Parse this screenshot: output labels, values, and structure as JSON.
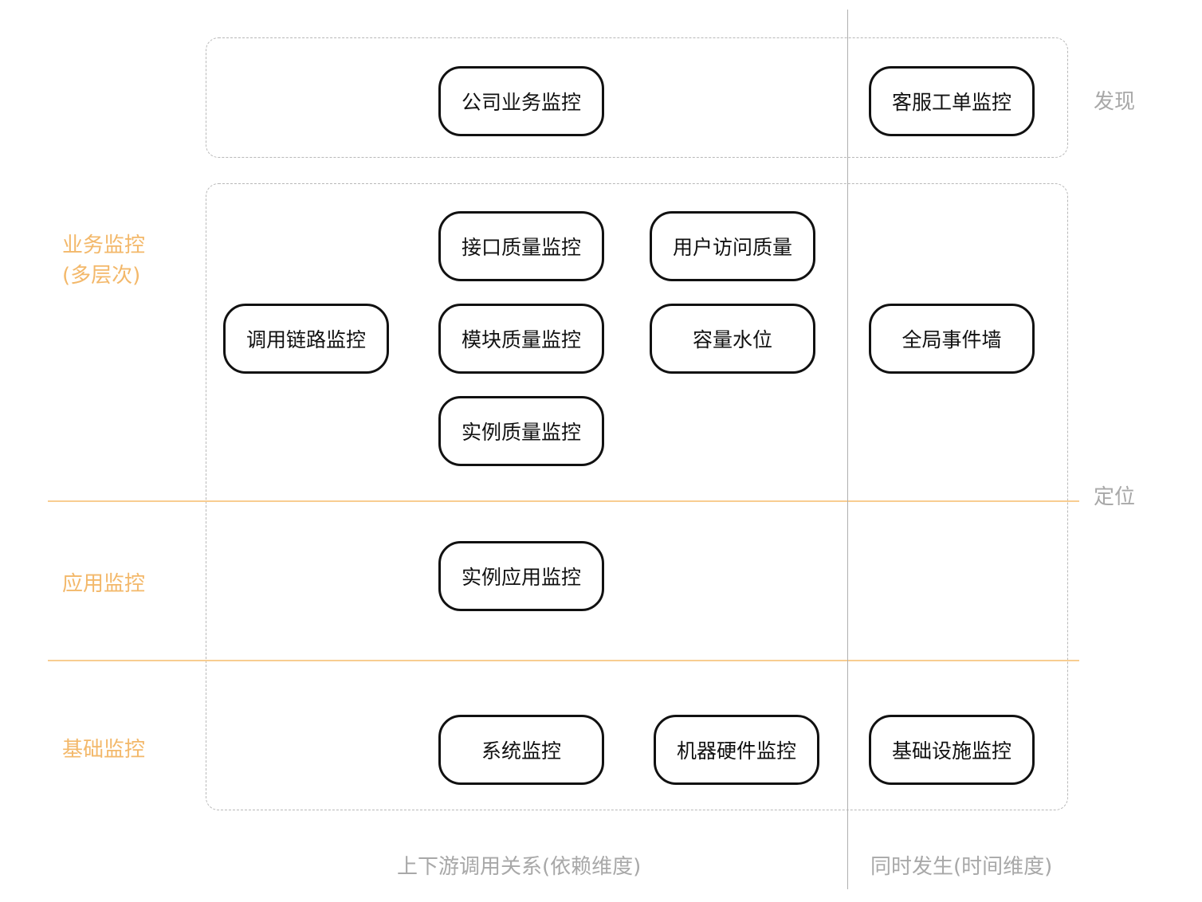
{
  "layer_labels": {
    "business_line1": "业务监控",
    "business_line2": "(多层次)",
    "application": "应用监控",
    "infrastructure": "基础监控"
  },
  "stage_labels": {
    "discover": "发现",
    "locate": "定位"
  },
  "axis_labels": {
    "dependency": "上下游调用关系(依赖维度)",
    "time": "同时发生(时间维度)"
  },
  "nodes": {
    "company_business": "公司业务监控",
    "customer_ticket": "客服工单监控",
    "interface_quality": "接口质量监控",
    "user_access_quality": "用户访问质量",
    "call_chain": "调用链路监控",
    "module_quality": "模块质量监控",
    "capacity_level": "容量水位",
    "global_event_wall": "全局事件墙",
    "instance_quality": "实例质量监控",
    "instance_application": "实例应用监控",
    "system_monitor": "系统监控",
    "machine_hardware": "机器硬件监控",
    "infrastructure_facility": "基础设施监控"
  },
  "colors": {
    "layer_accent": "#f3b86a",
    "layer_divider": "#f8cd91",
    "node_border": "#111111",
    "secondary_text": "#a8a8a8",
    "dashed_border": "#b8b8b8"
  }
}
